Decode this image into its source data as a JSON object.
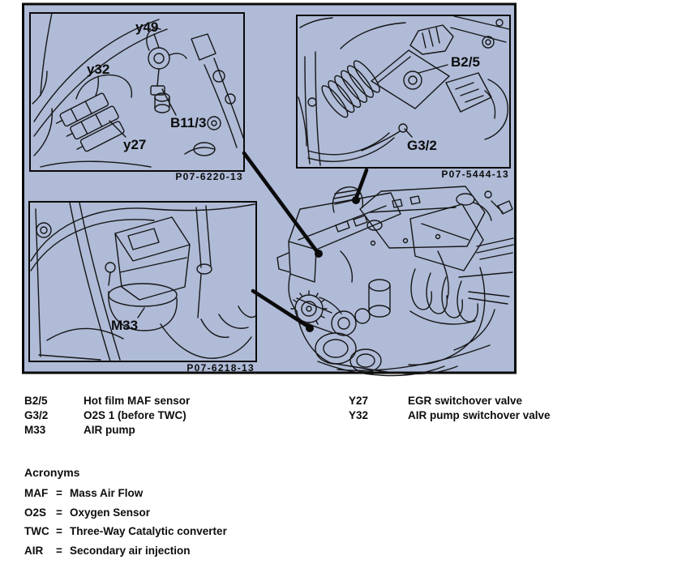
{
  "page": {
    "background": "#ffffff",
    "diagram_bg": "#afbbd7",
    "line_color": "#161616"
  },
  "diagram": {
    "callouts": {
      "y49": "y49",
      "y32": "y32",
      "b11_3": "B11/3",
      "y27": "y27",
      "b2_5": "B2/5",
      "g3_2": "G3/2",
      "m33": "M33"
    },
    "part_numbers": {
      "engine_bay_inset": "P07-6220-13",
      "maf_inset": "P07-5444-13",
      "air_pump_inset": "P07-6218-13"
    }
  },
  "legend": {
    "left": [
      {
        "code": "B2/5",
        "description": "Hot film MAF sensor"
      },
      {
        "code": "G3/2",
        "description": "O2S 1 (before TWC)"
      },
      {
        "code": "M33",
        "description": "AIR pump"
      }
    ],
    "right": [
      {
        "code": "Y27",
        "description": "EGR switchover valve"
      },
      {
        "code": "Y32",
        "description": "AIR pump switchover valve"
      }
    ]
  },
  "acronyms": {
    "heading": "Acronyms",
    "items": [
      {
        "abbr": "MAF",
        "eq": "=",
        "definition": "Mass Air Flow"
      },
      {
        "abbr": "O2S",
        "eq": "=",
        "definition": "Oxygen Sensor"
      },
      {
        "abbr": "TWC",
        "eq": "=",
        "definition": "Three-Way Catalytic converter"
      },
      {
        "abbr": "AIR",
        "eq": "=",
        "definition": "Secondary air injection"
      }
    ]
  }
}
